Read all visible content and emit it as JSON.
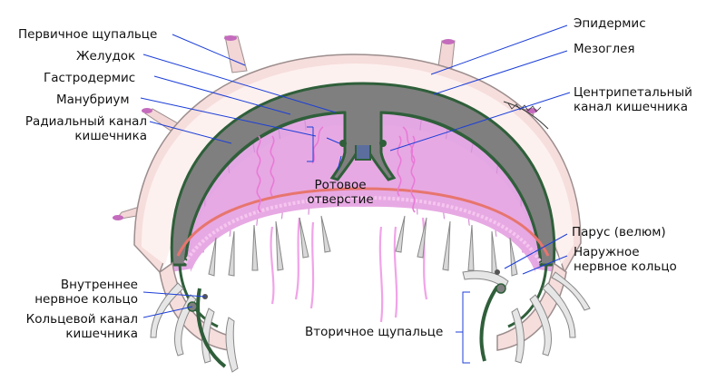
{
  "labels": {
    "primary_tentacle": "Первичное щупальце",
    "stomach": "Желудок",
    "gastrodermis": "Гастродермис",
    "manubrium": "Манубриум",
    "radial_canal_1": "Радиальный канал",
    "radial_canal_2": "кишечника",
    "epidermis": "Эпидермис",
    "mesoglea": "Мезоглея",
    "centripetal_canal_1": "Центрипетальный",
    "centripetal_canal_2": "канал кишечника",
    "mouth_1": "Ротовое",
    "mouth_2": "отверстие",
    "velum": "Парус (велюм)",
    "outer_nerve_ring_1": "Наружное",
    "outer_nerve_ring_2": "нервное кольцо",
    "inner_nerve_ring_1": "Внутреннее",
    "inner_nerve_ring_2": "нервное кольцо",
    "ring_canal_1": "Кольцевой канал",
    "ring_canal_2": "кишечника",
    "secondary_tentacle": "Вторичное щупальце"
  },
  "colors": {
    "epidermis": "#f6dedd",
    "bell_outline": "#9c8d8d",
    "mesoglea": "#fdf1ef",
    "gastrodermis": "#2f5f3a",
    "stomach": "#7f7f7f",
    "subumbrella": "#e3a8e4",
    "canal_pink": "#f5a8e8",
    "ring_red": "#e7756e",
    "tentacle_gray": "#d8d8d8",
    "tentacle_tip": "#c46bbd",
    "leader_line": "#1c3fd8"
  }
}
